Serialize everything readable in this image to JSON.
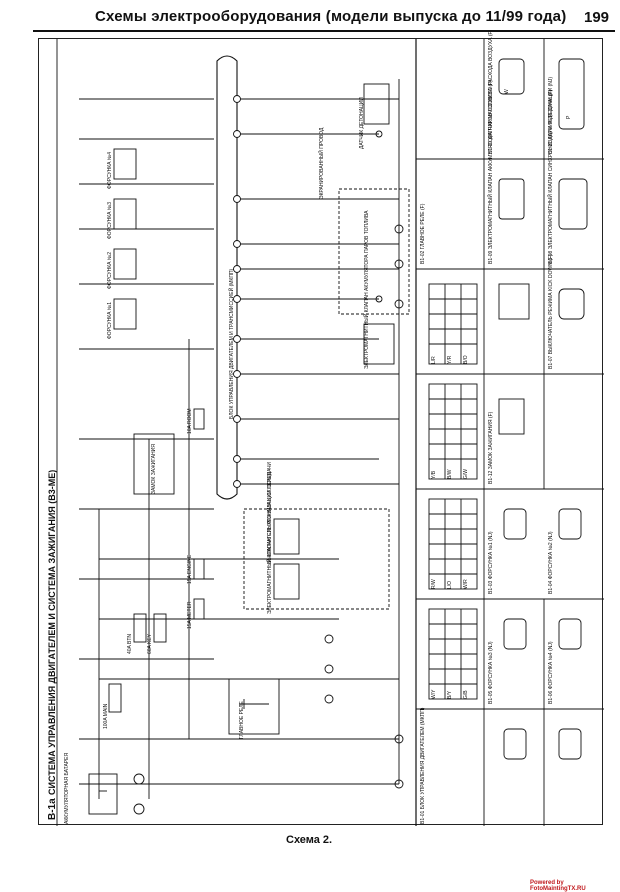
{
  "header": {
    "title": "Схемы электрооборудования (модели выпуска до 11/99 года)",
    "page_number": "199"
  },
  "sheet": {
    "code": "B-1a",
    "title": "СИСТЕМА УПРАВЛЕНИЯ ДВИГАТЕЛЕМ И СИСТЕМА ЗАЖИГАНИЯ (B3-ME)"
  },
  "caption": "Схема 2.",
  "watermark": "Powered by FotoMaintingTX.RU",
  "diagram": {
    "labels": {
      "battery": "АККУМУЛЯТОРНАЯ БАТАРЕЯ",
      "main_relay": "ГЛАВНОЕ РЕЛЕ",
      "ignition_switch": "ЗАМОК ЗАЖИГАНИЯ",
      "ecu_block": "БЛОК УПРАВЛЕНИЯ ДВИГАТЕЛЕМ И ТРАНСМИССИЕЙ (МКПП)",
      "injector_1": "ФОРСУНКА №1",
      "injector_2": "ФОРСУНКА №2",
      "injector_3": "ФОРСУНКА №3",
      "injector_4": "ФОРСУНКА №4",
      "knock_sensor": "ДАТЧИК ДЕТОНАЦИИ",
      "shielded_wire": "ЭКРАНИРОВАННЫЙ ПРОВОД",
      "purge_valve": "ЭЛЕКТРОМАГНИТНЫЙ КЛАПАН АКУМУЛЯТОРА ПАРОВ ТОПЛИВА",
      "solenoid_kickdown": "ВЫКЛЮЧАТЕЛЬ РЕЖИМА KICK DOWN",
      "solenoid_ecv": "ЭЛЕКТРОМАГНИТНЫЙ КЛАПАН СИНХРОНИЗАЦИИ ПЕРЕДАЧИ",
      "fuse_main": "100A MAIN",
      "fuse_btn": "40A BTN",
      "fuse_key": "60A KEY",
      "fuse_room": "10A ROOM",
      "fuse_engine": "15A ENGINE",
      "fuse_meter": "15A METER"
    },
    "connector_table": {
      "cells": [
        "B1-01 БЛОК УПРАВЛЕНИЯ ДВИГАТЕЛЕМ (МКПП)",
        "B1-02 ГЛАВНОЕ РЕЛЕ (F)",
        "B1-03 ФОРСУНКА №1 (NJ)",
        "B1-04 ФОРСУНКА №2 (NJ)",
        "B1-05 ФОРСУНКА №3 (NJ)",
        "B1-06 ФОРСУНКА №4 (NJ)",
        "B1-07 ВЫКЛЮЧАТЕЛЬ РЕЖИМА KICK DOWN (F)",
        "B1-08 ЭЛЕКТРОМАГНИТНЫЙ КЛАПАН СИНХРОНИЗАЦИИ ПЕРЕДАЧИ (F)",
        "B1-09 ЭЛЕКТРОМАГНИТНЫЙ КЛАПАН АККУМУЛЯТОРА ПАРОВ ТОПЛИВА (F)",
        "B1-10 ДАТЧИК МАССОВОГО РАСХОДА ВОЗДУХА (F)",
        "B1-11 ДАТЧИК ДЕТОНАЦИИ (NJ)",
        "B1-12 ЗАМОК ЗАЖИГАНИЯ (F)"
      ],
      "pin_codes": [
        "W/Y",
        "B/Y",
        "G/B",
        "R/W",
        "L/O",
        "W/R",
        "Y/B",
        "B/W",
        "G/W",
        "L/R",
        "Y/R",
        "B/O",
        "W",
        "P"
      ]
    }
  }
}
